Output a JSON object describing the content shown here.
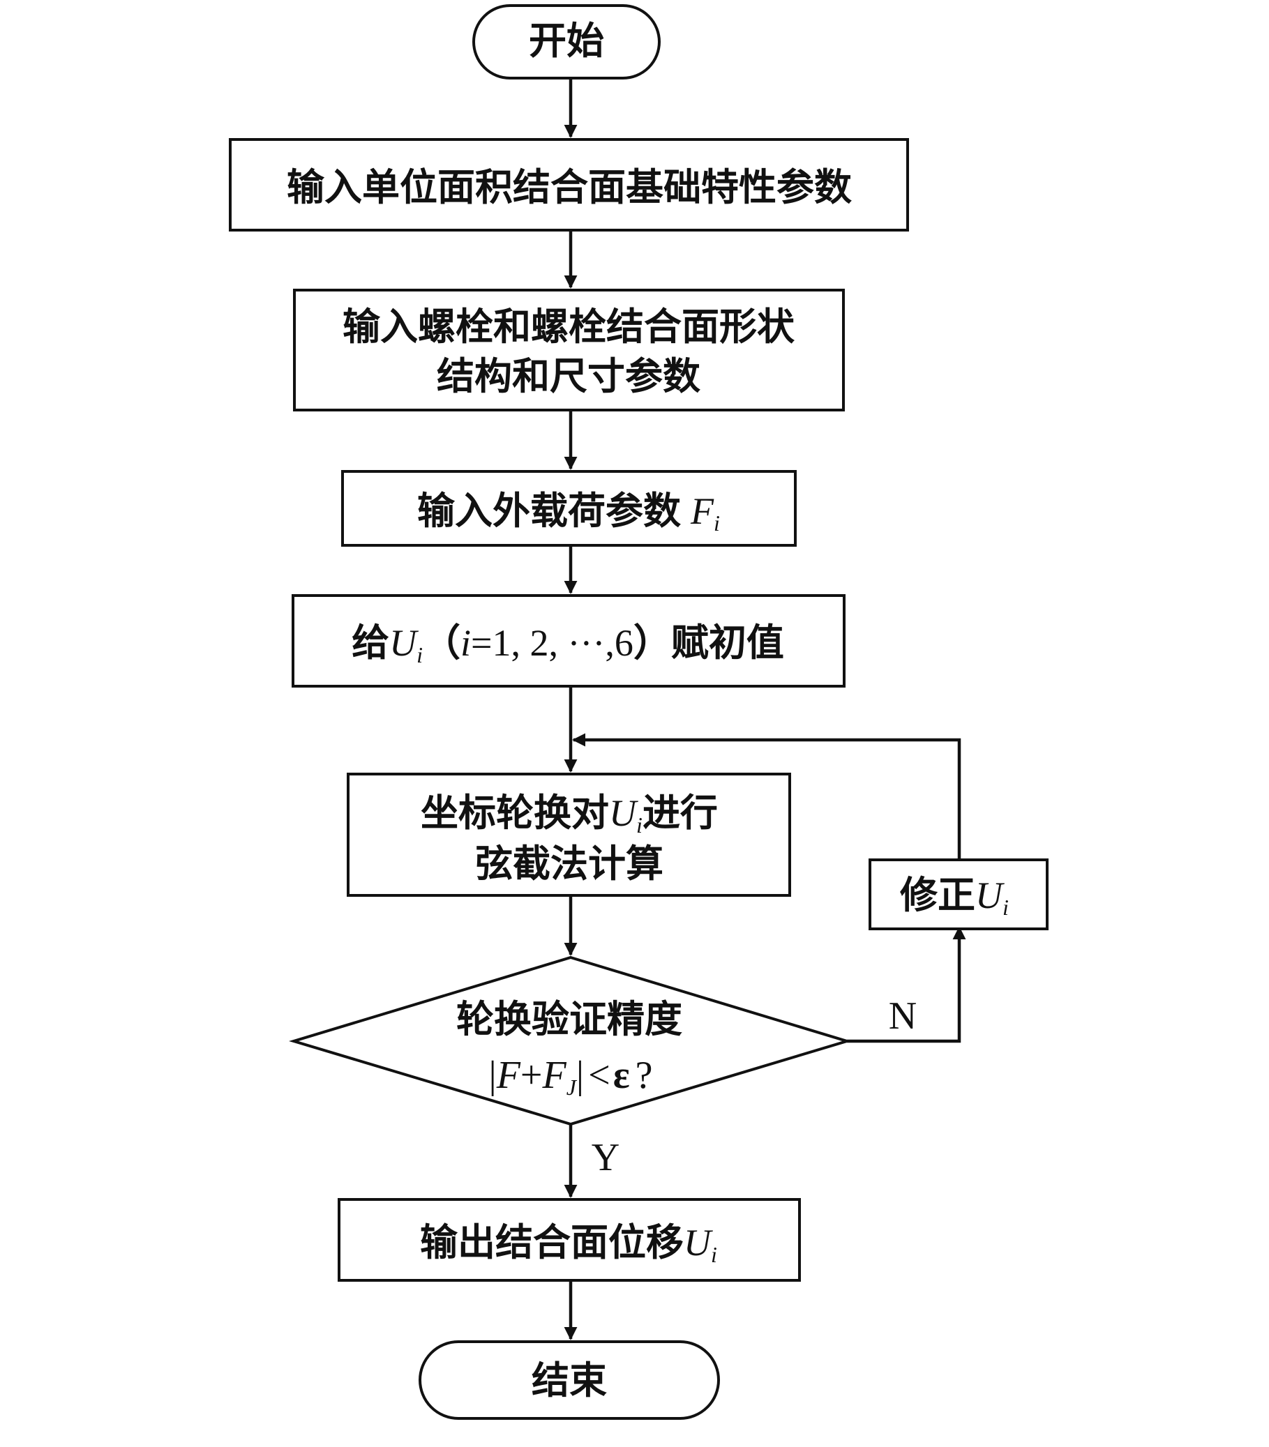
{
  "flowchart": {
    "start": "开始",
    "input_base": "输入单位面积结合面基础特性参数",
    "input_bolt_line1": "输入螺栓和螺栓结合面形状",
    "input_bolt_line2": "结构和尺寸参数",
    "input_load_text": "输入外载荷参数",
    "input_load_var": "F",
    "input_load_sub": "i",
    "init_prefix": "给",
    "init_var": "U",
    "init_sub": "i",
    "init_paren_open": "（",
    "init_index": "i",
    "init_range": "=1, 2, ···,6",
    "init_paren_close": "）",
    "init_suffix": "赋初值",
    "compute_line1_prefix": "坐标轮换对",
    "compute_var": "U",
    "compute_sub": "i",
    "compute_line1_suffix": "进行",
    "compute_line2": "弦截法计算",
    "decision_line1": "轮换验证精度",
    "decision_bar_left": "|",
    "decision_F": "F",
    "decision_plus": "+",
    "decision_FJ": "F",
    "decision_FJ_sub": "J",
    "decision_bar_right": "|",
    "decision_lt": "<",
    "decision_eps": "ε",
    "decision_q": "?",
    "correct_prefix": "修正",
    "correct_var": "U",
    "correct_sub": "i",
    "no_label": "N",
    "yes_label": "Y",
    "output_prefix": "输出结合面位移",
    "output_var": "U",
    "output_sub": "i",
    "end": "结束"
  }
}
